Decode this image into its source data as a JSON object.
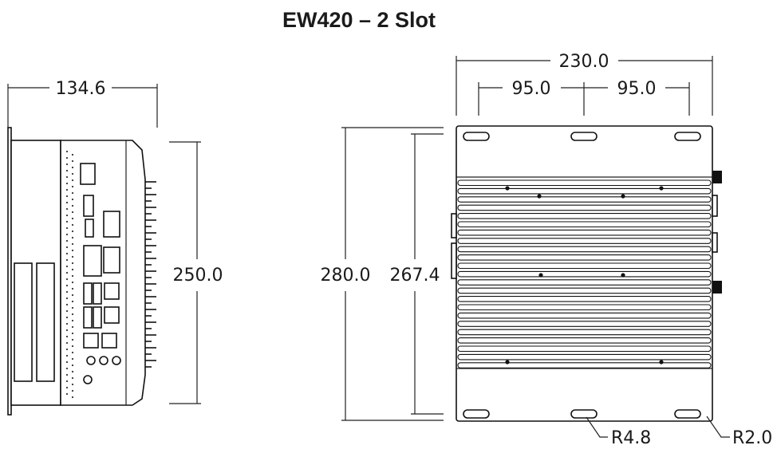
{
  "title": "EW420 – 2 Slot",
  "dimensions": {
    "side_width": "134.6",
    "side_height": "250.0",
    "top_width": "230.0",
    "hole_spacing_left": "95.0",
    "hole_spacing_right": "95.0",
    "outer_height": "280.0",
    "inner_height": "267.4",
    "radius_slot": "R4.8",
    "radius_corner": "R2.0"
  },
  "colors": {
    "line": "#111111",
    "fill": "#ffffff"
  },
  "views": [
    "side-view",
    "top-view"
  ]
}
